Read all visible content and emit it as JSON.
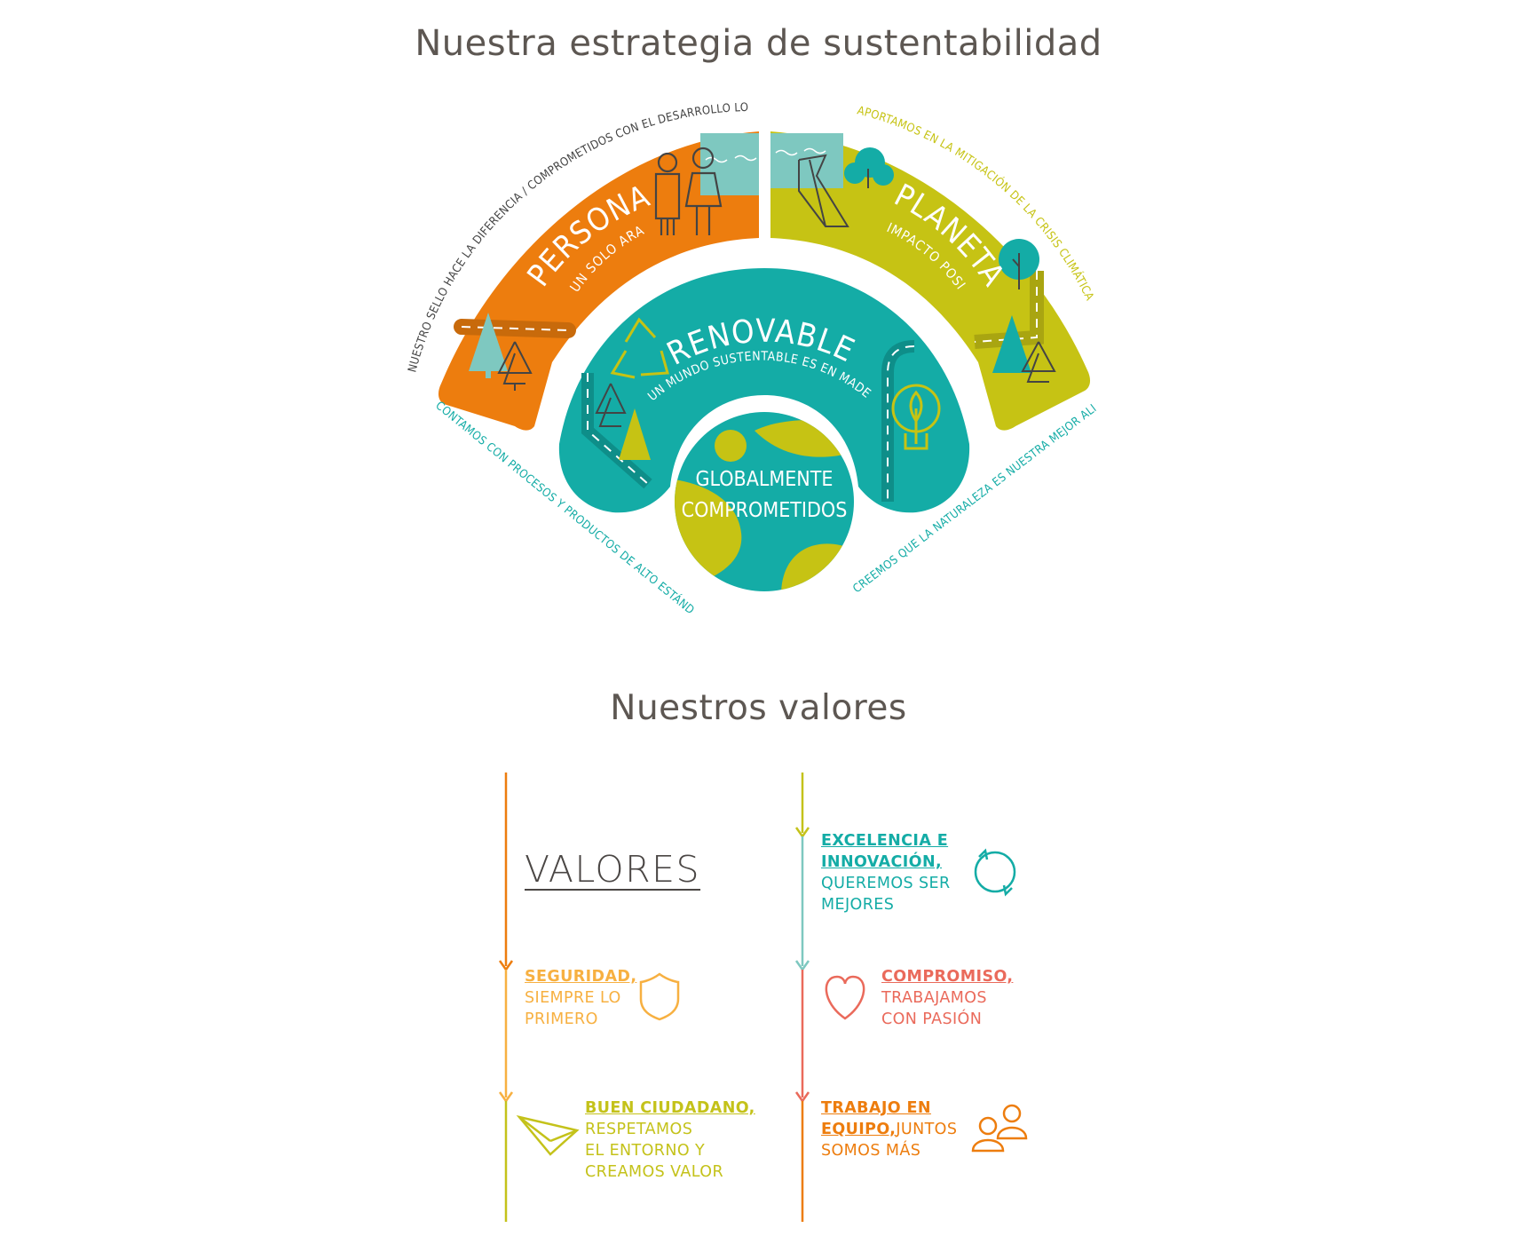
{
  "strategy": {
    "title": "Nuestra estrategia de sustentabilidad",
    "personas": {
      "title": "PERSONAS",
      "subtitle": "UN SOLO ARAUCO"
    },
    "planeta": {
      "title": "PLANETA",
      "subtitle": "IMPACTO POSITIVO"
    },
    "renovables": {
      "title": "RENOVABLES",
      "subtitle": "UN MUNDO SUSTENTABLE ES EN MADERA"
    },
    "center": {
      "line1": "GLOBALMENTE",
      "line2": "COMPROMETIDOS"
    },
    "outer_captions": {
      "top_left": "NUESTRO SELLO HACE LA DIFERENCIA / COMPROMETIDOS CON EL DESARROLLO LOCAL",
      "top_right": "APORTAMOS EN LA MITIGACIÓN DE LA CRISIS CLIMÁTICA",
      "bottom_left": "CONTAMOS CON PROCESOS Y PRODUCTOS DE ALTO ESTÁNDAR",
      "bottom_right": "CREEMOS QUE LA NATURALEZA ES NUESTRA MEJOR ALIADA"
    },
    "colors": {
      "orange": "#ed7d0e",
      "olive": "#c6c314",
      "teal": "#14aca6",
      "light_teal": "#7ec8c0"
    }
  },
  "values": {
    "title": "Nuestros valores",
    "label": "VALORES",
    "items": [
      {
        "heading": "SEGURIDAD,",
        "body": [
          "SIEMPRE LO",
          "PRIMERO"
        ],
        "icon": "shield-icon",
        "color": "#f7b041"
      },
      {
        "heading": "BUEN CIUDADANO,",
        "body": [
          "RESPETAMOS",
          "EL ENTORNO Y",
          "CREAMOS VALOR"
        ],
        "icon": "paper-plane-icon",
        "color": "#c4c21a"
      },
      {
        "heading": "EXCELENCIA E",
        "heading2": "INNOVACIÓN,",
        "body": [
          "QUEREMOS SER",
          "MEJORES"
        ],
        "icon": "cycle-icon",
        "color": "#14aca6"
      },
      {
        "heading": "COMPROMISO,",
        "body": [
          "TRABAJAMOS",
          "CON PASIÓN"
        ],
        "icon": "heart-icon",
        "color": "#ea6a5b"
      },
      {
        "heading": "TRABAJO EN",
        "heading2": "EQUIPO,",
        "inline": "JUNTOS",
        "body": [
          "SOMOS MÁS"
        ],
        "icon": "team-icon",
        "color": "#ed7d0e"
      }
    ]
  }
}
